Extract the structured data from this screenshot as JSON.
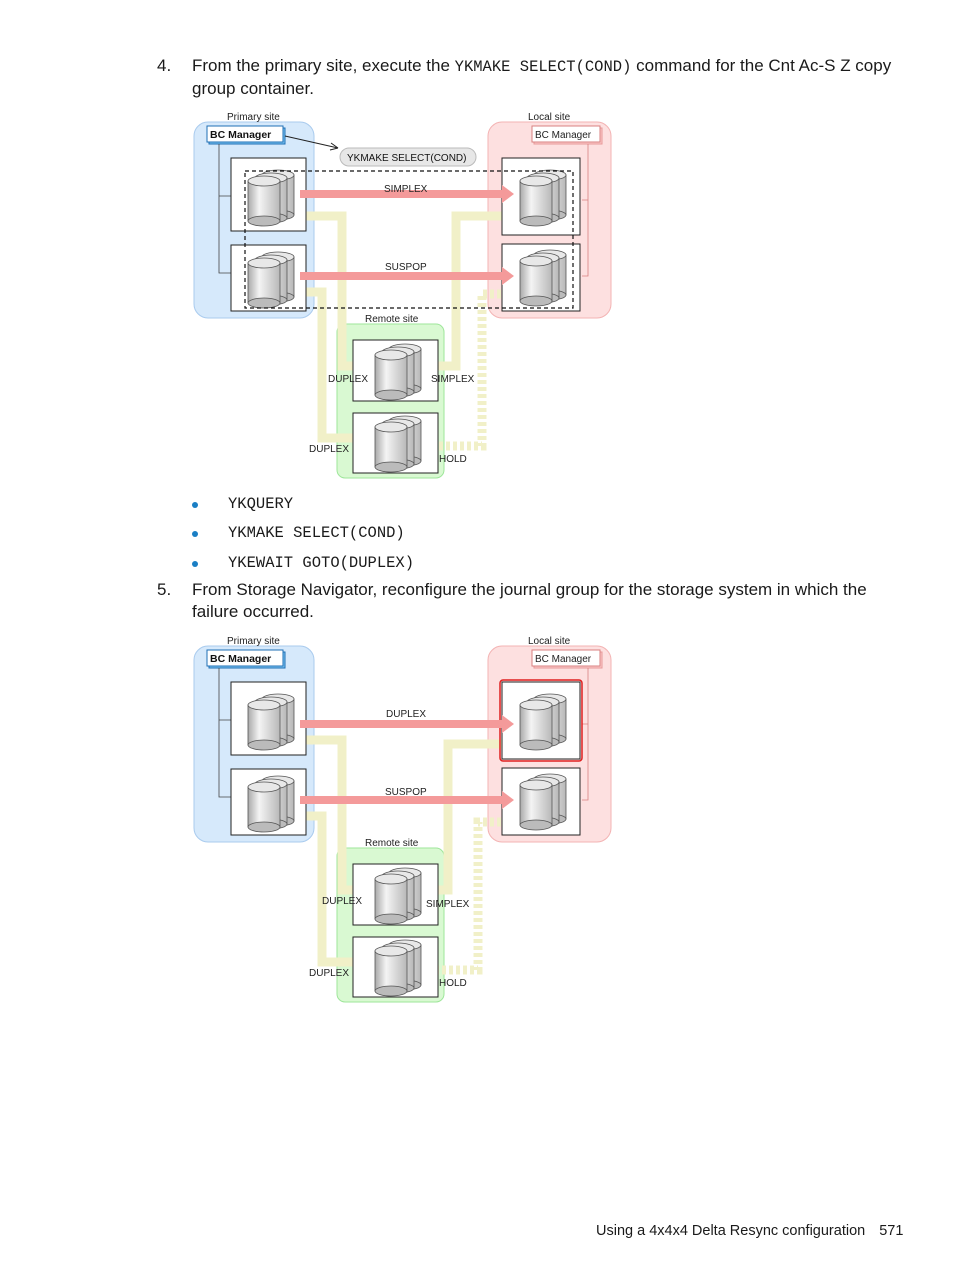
{
  "step4": {
    "number": "4.",
    "text_before": "From the primary site, execute the ",
    "command": "YKMAKE SELECT(COND)",
    "text_after": " command for the Cnt Ac-S Z copy group container."
  },
  "diagram1": {
    "primary_site": "Primary site",
    "local_site": "Local site",
    "remote_site": "Remote site",
    "bc_manager_primary": "BC Manager",
    "bc_manager_local": "BC Manager",
    "command_callout": "YKMAKE SELECT(COND)",
    "arrow_top": "SIMPLEX",
    "arrow_bottom": "SUSPOP",
    "remote_top_left": "DUPLEX",
    "remote_top_right": "SIMPLEX",
    "remote_bottom_left": "DUPLEX",
    "remote_bottom_right": "HOLD"
  },
  "bullets": [
    "YKQUERY",
    "YKMAKE SELECT(COND)",
    "YKEWAIT GOTO(DUPLEX)"
  ],
  "step5": {
    "number": "5.",
    "text": "From Storage Navigator, reconfigure the journal group for the storage system in which the failure occurred."
  },
  "diagram2": {
    "primary_site": "Primary site",
    "local_site": "Local site",
    "remote_site": "Remote site",
    "bc_manager_primary": "BC Manager",
    "bc_manager_local": "BC Manager",
    "arrow_top": "DUPLEX",
    "arrow_bottom": "SUSPOP",
    "remote_top_left": "DUPLEX",
    "remote_top_right": "SIMPLEX",
    "remote_bottom_left": "DUPLEX",
    "remote_bottom_right": "HOLD"
  },
  "footer": {
    "title": "Using a 4x4x4 Delta Resync configuration",
    "page": "571"
  },
  "colors": {
    "primary_bg": "#d6e9fb",
    "local_bg": "#fde0e0",
    "remote_bg": "#d9f9d2",
    "pair_arrow": "#f49a9a",
    "journal_path": "#f1f0c8",
    "highlight": "#e01f1f",
    "bullet": "#1a7fc4"
  }
}
